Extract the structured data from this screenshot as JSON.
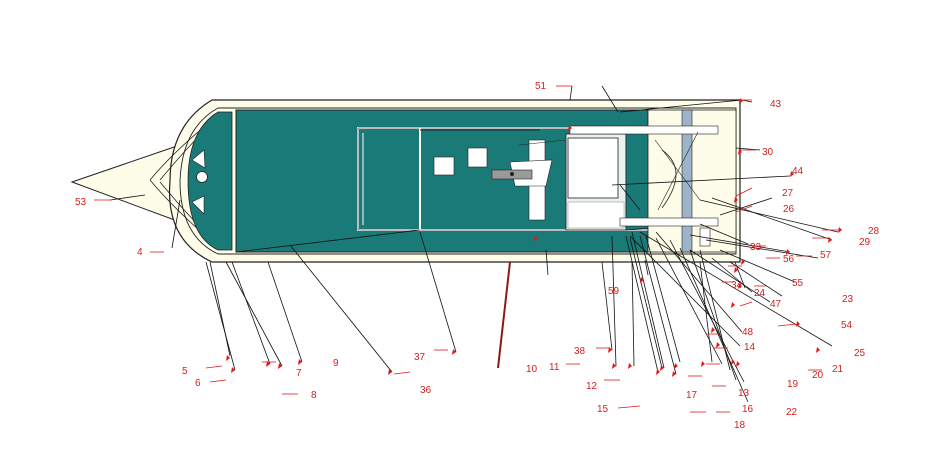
{
  "colors": {
    "hull_fill": "#fdfde9",
    "deck_fill": "#1a7a78",
    "outline": "#222222",
    "label_color": "#d42020",
    "leader_color": "#111111",
    "arrow_color": "#e01818",
    "panel_fill": "#9db3c9",
    "glass_fill": "#eaf2ef"
  },
  "labels": {
    "l51": "51",
    "l43": "43",
    "l30": "30",
    "l44": "44",
    "l27": "27",
    "l26": "26",
    "l28": "28",
    "l29": "29",
    "l33": "33",
    "l56": "56",
    "l57": "57",
    "l55": "55",
    "l23": "23",
    "l24": "24",
    "l34": "34",
    "l47": "47",
    "l54": "54",
    "l48": "48",
    "l14": "14",
    "l25": "25",
    "l21": "21",
    "l20": "20",
    "l19": "19",
    "l22": "22",
    "l13": "13",
    "l16": "16",
    "l17": "17",
    "l18": "18",
    "l15": "15",
    "l12": "12",
    "l11": "11",
    "l10": "10",
    "l38": "38",
    "l59": "59",
    "l37": "37",
    "l36": "36",
    "l9": "9",
    "l7": "7",
    "l8": "8",
    "l5": "5",
    "l6": "6",
    "l4": "4",
    "l53": "53"
  }
}
